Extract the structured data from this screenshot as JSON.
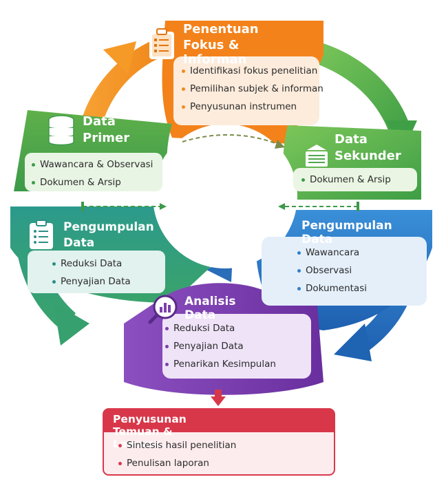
{
  "stages": {
    "penentuan": {
      "title_line1": "Penentuan",
      "title_line2": "Fokus & Informan",
      "items": [
        "Identifikasi fokus penelitian",
        "Pemilihan subjek & informan",
        "Penyusunan instrumen"
      ],
      "icon": "clipboard-checklist-icon",
      "color": "#f28a1c"
    },
    "data_primer": {
      "title_line1": "Data",
      "title_line2": "Primer",
      "items": [
        "Wawancara & Observasi",
        "Dokumen & Arsip"
      ],
      "icon": "database-icon",
      "color": "#3d9a4a"
    },
    "data_sekunder": {
      "title_line1": "Data",
      "title_line2": "Sekunder",
      "items": [
        "Dokumen & Arsip"
      ],
      "icon": "archive-box-icon",
      "color": "#3d9a4a"
    },
    "pengumpulan_left": {
      "title_line1": "Pengumpulan",
      "title_line2": "Data",
      "items": [
        "Reduksi Data",
        "Penyajian Data"
      ],
      "icon": "clipboard-list-icon",
      "color": "#2f8e86"
    },
    "pengumpulan_right": {
      "title": "Pengumpulan Data",
      "items": [
        "Wawancara",
        "Observasi",
        "Dokumentasi"
      ],
      "color": "#2f7fc8"
    },
    "analisis": {
      "title": "Analisis Data",
      "items": [
        "Reduksi Data",
        "Penyajian Data",
        "Penarikan Kesimpulan"
      ],
      "icon": "magnifier-chart-icon",
      "color": "#7b3fae"
    },
    "laporan": {
      "title": "Penyusunan Temuan & Laporan",
      "items": [
        "Sintesis hasil penelitian",
        "Penulisan laporan"
      ],
      "color": "#d8374a"
    }
  }
}
